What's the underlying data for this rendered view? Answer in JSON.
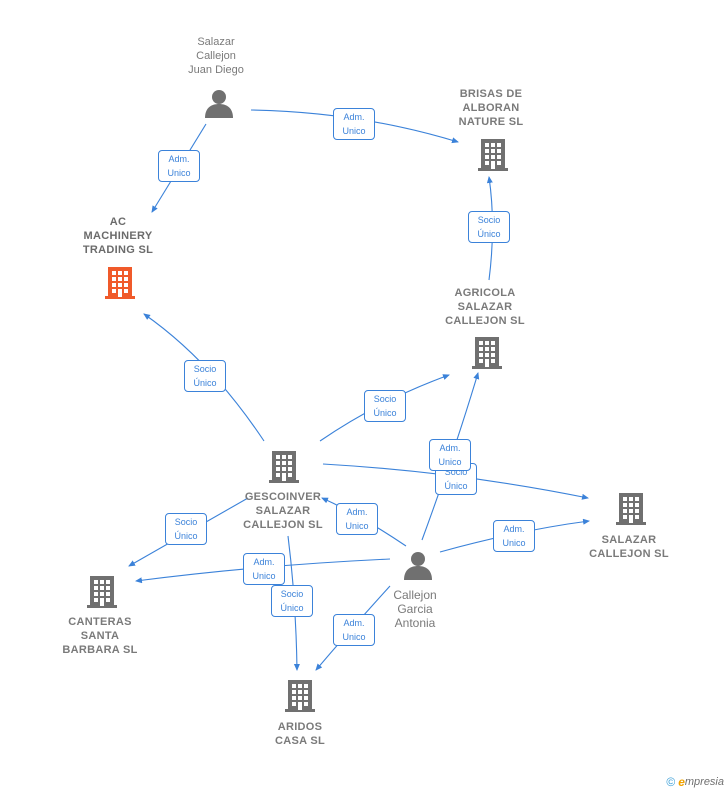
{
  "colors": {
    "edge": "#3b82d9",
    "node_icon": "#707070",
    "focus_icon": "#f05a2a",
    "label_text": "#7a7a7a"
  },
  "nodes": [
    {
      "id": "salazar-jd",
      "kind": "person",
      "label": "Salazar\nCallejon\nJuan Diego"
    },
    {
      "id": "brisas",
      "kind": "company",
      "label": "BRISAS DE\nALBORAN\nNATURE  SL"
    },
    {
      "id": "ac-machinery",
      "kind": "company",
      "focus": true,
      "label": "AC\nMACHINERY\nTRADING  SL"
    },
    {
      "id": "agricola",
      "kind": "company",
      "label": "AGRICOLA\nSALAZAR\nCALLEJON  SL"
    },
    {
      "id": "gescoinver",
      "kind": "company",
      "label": "GESCOINVER\nSALAZAR\nCALLEJON  SL"
    },
    {
      "id": "salazar-sl",
      "kind": "company",
      "label": "SALAZAR\nCALLEJON  SL"
    },
    {
      "id": "canteras",
      "kind": "company",
      "label": "CANTERAS\nSANTA\nBARBARA SL"
    },
    {
      "id": "callejon-ga",
      "kind": "person",
      "label": "Callejon\nGarcia\nAntonia"
    },
    {
      "id": "aridos",
      "kind": "company",
      "label": "ARIDOS\nCASA SL"
    }
  ],
  "edges": [
    {
      "id": "e1",
      "label": "Adm.\nUnico"
    },
    {
      "id": "e2",
      "label": "Adm.\nUnico"
    },
    {
      "id": "e3",
      "label": "Socio\nÚnico"
    },
    {
      "id": "e4",
      "label": "Socio\nÚnico"
    },
    {
      "id": "e5",
      "label": "Socio\nÚnico"
    },
    {
      "id": "e6",
      "label": "Socio\nÚnico"
    },
    {
      "id": "e7",
      "label": "Socio\nÚnico"
    },
    {
      "id": "e8",
      "label": "Socio\nÚnico"
    },
    {
      "id": "e9",
      "label": "Adm.\nUnico"
    },
    {
      "id": "e10",
      "label": "Adm.\nUnico"
    },
    {
      "id": "e11",
      "label": "Adm.\nUnico"
    },
    {
      "id": "e12",
      "label": "Adm.\nUnico"
    },
    {
      "id": "e13",
      "label": "Adm.\nUnico"
    }
  ],
  "footer": {
    "copyright": "©",
    "brand_initial": "e",
    "brand_rest": "mpresia"
  }
}
